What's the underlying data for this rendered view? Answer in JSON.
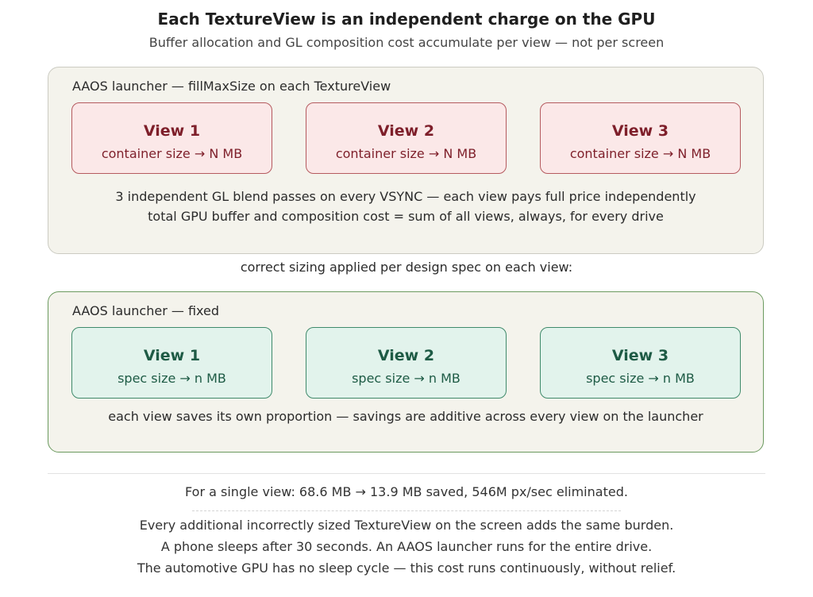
{
  "title": "Each TextureView is an independent charge on the GPU",
  "subtitle": "Buffer allocation and GL composition cost accumulate per view — not per screen",
  "panel_bad": {
    "label": "AAOS launcher — fillMaxSize on each TextureView",
    "views": [
      {
        "name": "View 1",
        "size": "container size → N MB"
      },
      {
        "name": "View 2",
        "size": "container size → N MB"
      },
      {
        "name": "View 3",
        "size": "container size → N MB"
      }
    ],
    "note_1": "3 independent GL blend passes on every VSYNC — each view pays full price independently",
    "note_2": "total GPU buffer and composition cost = sum of all views, always, for every drive"
  },
  "between_label": "correct sizing applied per design spec on each view:",
  "panel_good": {
    "label": "AAOS launcher — fixed",
    "views": [
      {
        "name": "View 1",
        "size": "spec size → n MB"
      },
      {
        "name": "View 2",
        "size": "spec size → n MB"
      },
      {
        "name": "View 3",
        "size": "spec size → n MB"
      }
    ],
    "note": "each view saves its own proportion — savings are additive across every view on the launcher"
  },
  "summary": "For a single view: 68.6 MB → 13.9 MB saved, 546M px/sec eliminated.",
  "closing": [
    "Every additional incorrectly sized TextureView on the screen adds the same burden.",
    "A phone sleeps after 30 seconds. An AAOS launcher runs for the entire drive.",
    "The automotive GPU has no sleep cycle — this cost runs continuously, without relief."
  ],
  "colors": {
    "panel_background": "#f4f3ec",
    "bad_card_fill": "#fbe8e8",
    "bad_card_border": "#b55a5f",
    "bad_text": "#7e1f2a",
    "good_card_fill": "#e2f3ec",
    "good_card_border": "#3f8a6b",
    "good_text": "#1e5b45",
    "good_panel_border": "#6b9a5f"
  }
}
